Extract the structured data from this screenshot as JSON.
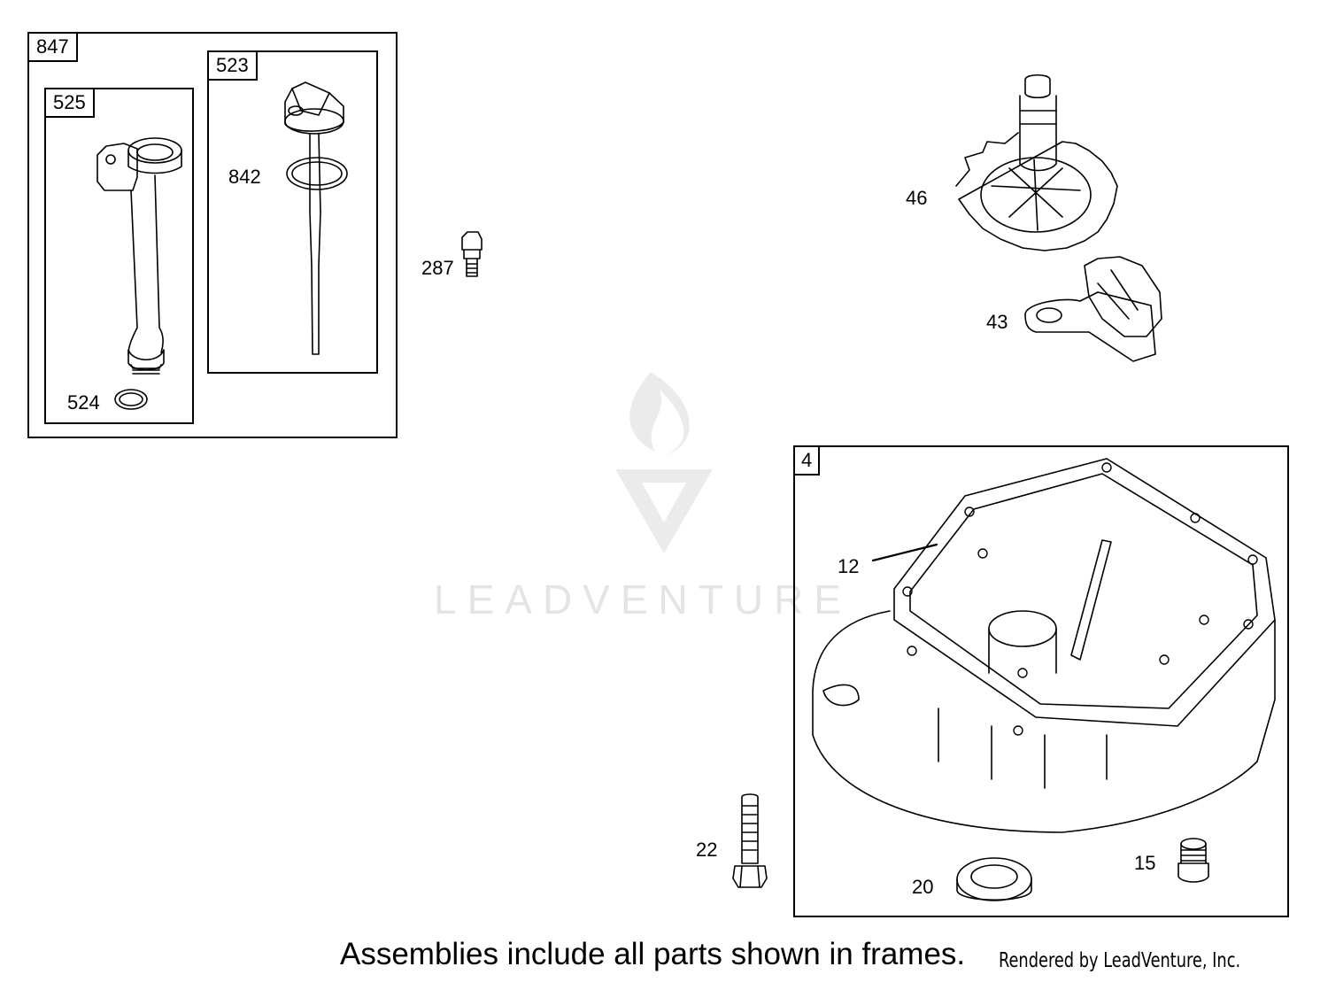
{
  "frames": {
    "f847": "847",
    "f525": "525",
    "f523": "523",
    "f4": "4"
  },
  "callouts": {
    "c524": "524",
    "c842": "842",
    "c287": "287",
    "c46": "46",
    "c43": "43",
    "c12": "12",
    "c22": "22",
    "c20": "20",
    "c15": "15"
  },
  "watermark": "LEADVENTURE",
  "footer": {
    "note": "Assemblies include all parts shown in frames.",
    "credit": "Rendered by LeadVenture, Inc."
  },
  "colors": {
    "line": "#000000",
    "watermark": "#e4e4e4"
  }
}
